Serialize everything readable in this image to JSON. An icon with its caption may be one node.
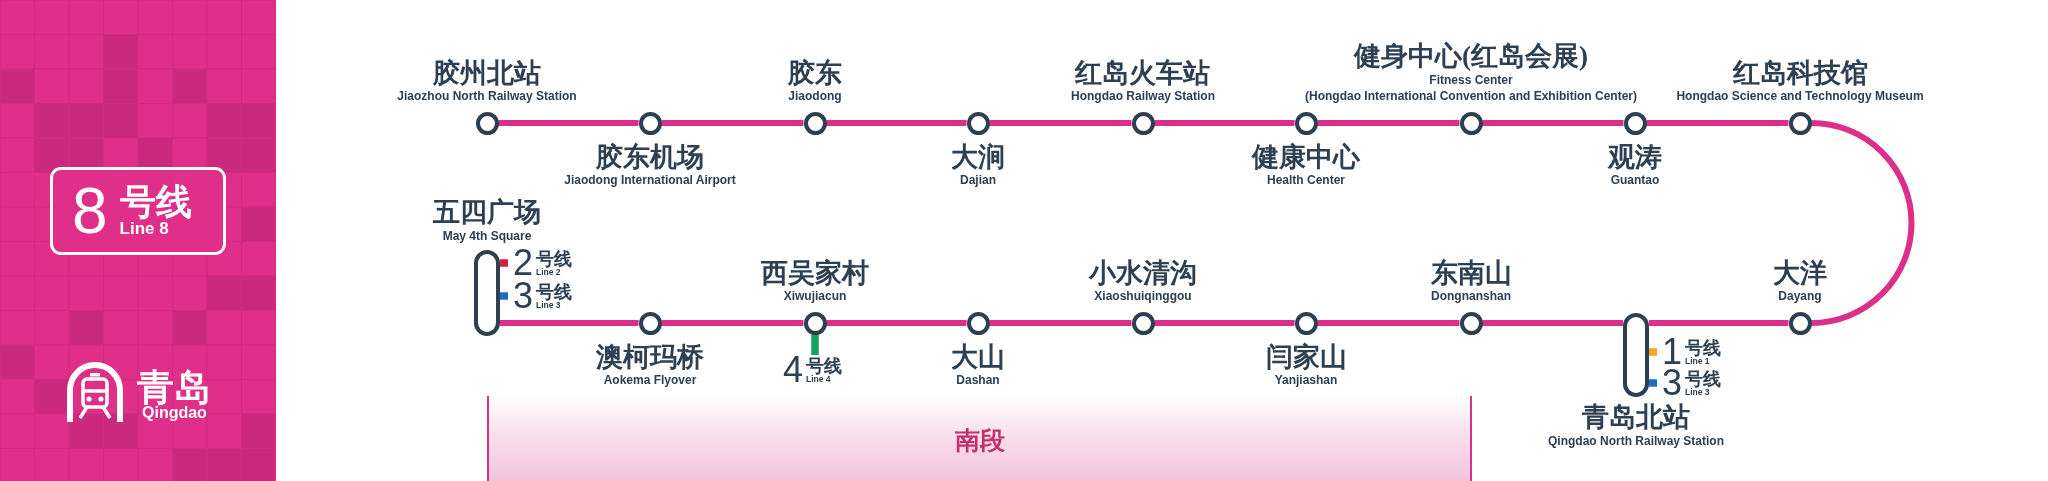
{
  "diagram": {
    "nodes": [
      {
        "text": [
          "8",
          "号线",
          "Line 8"
        ]
      },
      {
        "text": [
          "胶州北站",
          "Jiaozhou North Railway Station"
        ]
      },
      {
        "text": [
          "胶东机场",
          "Jiaodong International Airport"
        ]
      },
      {
        "text": [
          "胶东",
          "Jiaodong"
        ]
      },
      {
        "text": [
          "大涧",
          "Dajian"
        ]
      },
      {
        "text": [
          "红岛火车站",
          "Hongdao Railway Station"
        ]
      },
      {
        "text": [
          "健康中心",
          "Health Center"
        ]
      },
      {
        "text": [
          "健身中心(红岛会展)",
          "Fitness Center (Hongdao International Convention and Exhibition Center)"
        ]
      },
      {
        "text": [
          "观涛",
          "Guantao"
        ]
      },
      {
        "text": [
          "红岛科技馆",
          "Hongdao Science and Technology Museum"
        ]
      },
      {
        "text": [
          "五四广场",
          "May 4th Square"
        ]
      },
      {
        "text": [
          "澳柯玛桥",
          "Aokema Flyover"
        ]
      },
      {
        "text": [
          "西吴家村",
          "Xiwujiacun"
        ]
      },
      {
        "text": [
          "大山",
          "Dashan"
        ]
      },
      {
        "text": [
          "小水清沟",
          "Xiaoshuiqinggou"
        ]
      },
      {
        "text": [
          "闫家山",
          "Yanjiashan"
        ]
      },
      {
        "text": [
          "东南山",
          "Dongnanshan"
        ]
      },
      {
        "text": [
          "青岛北站",
          "Qingdao North Railway Station"
        ]
      },
      {
        "text": [
          "大洋",
          "Dayang"
        ]
      },
      {
        "text": [
          "2",
          "号线",
          "Line 2"
        ]
      },
      {
        "text": [
          "3",
          "号线",
          "Line 3"
        ]
      },
      {
        "text": [
          "4",
          "号线",
          "Line 4"
        ]
      },
      {
        "text": [
          "1",
          "号线",
          "Line 1"
        ]
      },
      {
        "text": [
          "3",
          "号线",
          "Line 3"
        ]
      },
      {
        "text": [
          "南段"
        ]
      }
    ],
    "edges": [
      {
        "from": 1,
        "to": 2,
        "arrow": "none"
      },
      {
        "from": 2,
        "to": 3,
        "arrow": "none"
      },
      {
        "from": 3,
        "to": 4,
        "arrow": "none"
      },
      {
        "from": 4,
        "to": 5,
        "arrow": "none"
      },
      {
        "from": 5,
        "to": 6,
        "arrow": "none"
      },
      {
        "from": 6,
        "to": 7,
        "arrow": "none"
      },
      {
        "from": 7,
        "to": 8,
        "arrow": "none"
      },
      {
        "from": 8,
        "to": 9,
        "arrow": "none"
      },
      {
        "from": 9,
        "to": 18,
        "arrow": "none"
      },
      {
        "from": 18,
        "to": 17,
        "arrow": "none"
      },
      {
        "from": 17,
        "to": 16,
        "arrow": "none"
      },
      {
        "from": 16,
        "to": 15,
        "arrow": "none"
      },
      {
        "from": 15,
        "to": 14,
        "arrow": "none"
      },
      {
        "from": 14,
        "to": 13,
        "arrow": "none"
      },
      {
        "from": 13,
        "to": 12,
        "arrow": "none"
      },
      {
        "from": 12,
        "to": 11,
        "arrow": "none"
      },
      {
        "from": 11,
        "to": 10,
        "arrow": "none"
      },
      {
        "from": 10,
        "to": 19,
        "arrow": "none",
        "color": "#d0213f"
      },
      {
        "from": 10,
        "to": 20,
        "arrow": "none",
        "color": "#1a6fc0"
      },
      {
        "from": 12,
        "to": 21,
        "arrow": "none",
        "color": "#17a05a"
      },
      {
        "from": 17,
        "to": 22,
        "arrow": "none",
        "color": "#f0a62a"
      },
      {
        "from": 17,
        "to": 23,
        "arrow": "none",
        "color": "#1a6fc0"
      }
    ],
    "labels": [
      "青岛",
      "Qingdao"
    ]
  }
}
